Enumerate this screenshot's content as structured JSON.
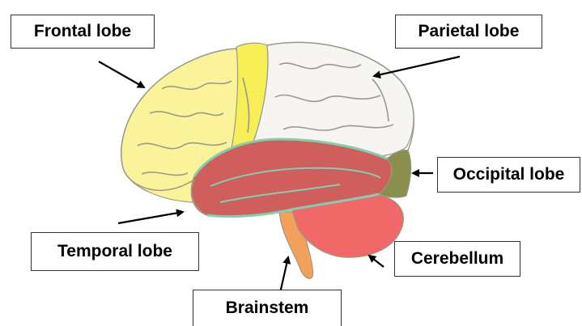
{
  "labels": {
    "frontal": "Frontal lobe",
    "parietal": "Parietal lobe",
    "occipital": "Occipital lobe",
    "temporal": "Temporal lobe",
    "cerebellum": "Cerebellum",
    "brainstem": "Brainstem"
  },
  "colors": {
    "frontal": "#fbf39a",
    "frontal_strip": "#f8ee58",
    "parietal": "#f7f5f1",
    "occipital": "#8a8f4c",
    "temporal": "#cf5e5c",
    "cerebellum": "#f06868",
    "brainstem": "#f2a05a",
    "boundary": "#7fcfb0",
    "outline": "#9a9a8a",
    "arrow": "#000000"
  }
}
